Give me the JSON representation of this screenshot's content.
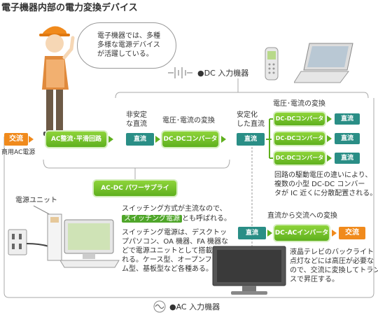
{
  "title": "電子機器内部の電力変換デバイス",
  "bubble_text": [
    "電子機器では、多種",
    "多様な電源デバイス",
    "が活躍している。"
  ],
  "dc_devices_label": "●DC 入力機器",
  "ac_devices_label": "●AC 入力機器",
  "left": {
    "ac_badge": "交流",
    "commercial_label": "商用AC電源"
  },
  "labels": {
    "unstable_dc": [
      "非安定",
      "な直流"
    ],
    "vi_conversion": "電圧･電流の変換",
    "stabilized_dc": [
      "安定化",
      "した直流"
    ],
    "vi_conversion_right": "電圧･電流の変換",
    "dc_to_ac": "直流から交流への変換"
  },
  "boxes": {
    "ac_rectifier": "AC整流･平滑回路",
    "dc1": "直流",
    "dcdc_main": "DC-DCコンバータ",
    "dc2": "直流",
    "dcdc_small": [
      "DC-DCコンバータ",
      "DC-DCコンバータ",
      "DC-DCコンバータ"
    ],
    "dc_outs": [
      "直流",
      "直流",
      "直流"
    ],
    "acdc_supply": "AC-DC パワーサプライ",
    "dc_in": "直流",
    "dcac_inverter": "DC-ACインバータ",
    "ac_out": "交流"
  },
  "psu_label": "電源ユニット",
  "desc_switching": {
    "line1_pre": "スイッチング方式が主流なので、",
    "line2_hl": "スイッチング電源",
    "line2_post": "とも呼ばれる。",
    "body": [
      "スイッチング電源は、デスクトッ",
      "プパソコン、OA 機器、FA 機器な",
      "どで電源ユニットとして搭載さ",
      "れる。ケース型、オープンフレー",
      "ム型、基板型など各種ある。"
    ]
  },
  "desc_dcdc": [
    "回路の駆動電圧の違いにより、",
    "複数の小型 DC-DC コンバー",
    "タが IC 近くに分散配置される。"
  ],
  "desc_inverter": [
    "液晶テレビのバックライト",
    "点灯などには高圧が必要な",
    "ので、交流に変換してトラン",
    "スで昇圧する。"
  ],
  "colors": {
    "green": "#5fb01e",
    "teal": "#2a8e86",
    "orange": "#f08a1c"
  }
}
